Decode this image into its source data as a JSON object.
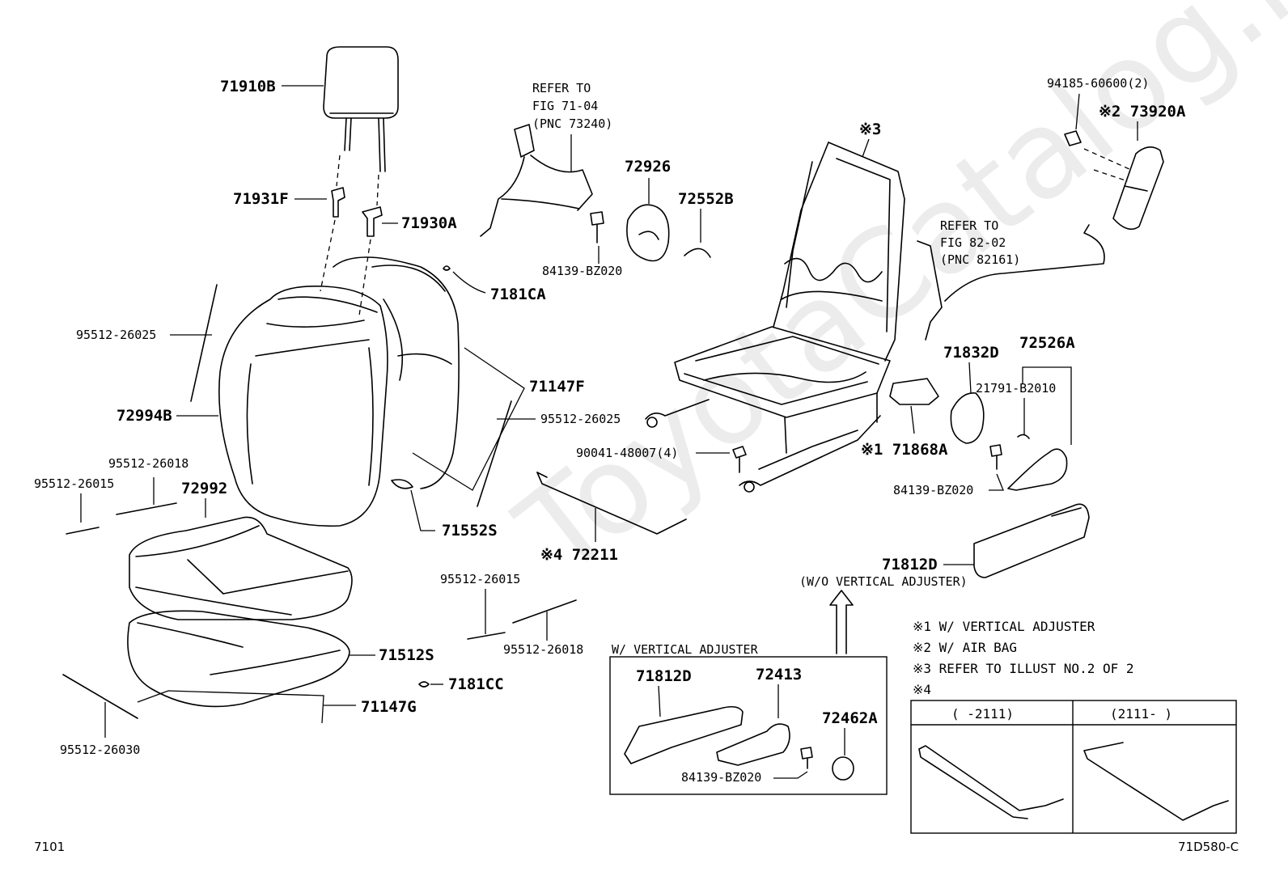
{
  "watermark": "ToyotaCatalog.ru",
  "labels": {
    "headrest": "71910B",
    "support_left": "71931F",
    "support_right": "71930A",
    "wire_back_left": "95512-26025",
    "back_pad": "72994B",
    "hook_ca": "7181CA",
    "back_cover": "71147F",
    "wire_back_right": "95512-26025",
    "cushion_pad": "72992",
    "wire_26018_a": "95512-26018",
    "wire_26015_a": "95512-26015",
    "back_board": "71552S",
    "cushion_frame": "71512S",
    "cushion_cover": "71147G",
    "wire_26030": "95512-26030",
    "hook_cc": "7181CC",
    "wire_26015_b": "95512-26015",
    "wire_26018_b": "95512-26018",
    "cover_72926": "72926",
    "screw_72926": "84139-BZ020",
    "ring_72552": "72552B",
    "refer_7104_line1": "REFER TO",
    "refer_7104_line2": "FIG 71-04",
    "refer_7104_line3": "(PNC 73240)",
    "frame_ref": "※3",
    "refer_8202_line1": "REFER TO",
    "refer_8202_line2": "FIG 82-02",
    "refer_8202_line3": "(PNC 82161)",
    "nut_94185": "94185-60600(2)",
    "airbag": "※2 73920A",
    "bracket_71832": "71832D",
    "knob_72526": "72526A",
    "clip_21791": "21791-B2010",
    "screw_84139_right": "84139-BZ020",
    "cover_71868": "※1 71868A",
    "bolt_90041": "90041-48007(4)",
    "rod_72211": "※4 72211",
    "shield_71812_top": "71812D",
    "wo_vertical": "(W/O VERTICAL ADJUSTER)",
    "w_vertical": "W/ VERTICAL ADJUSTER",
    "shield_71812_box": "71812D",
    "lever_72413": "72413",
    "cap_72462": "72462A",
    "screw_84139_box": "84139-BZ020"
  },
  "notes": [
    "※1 W/ VERTICAL ADJUSTER",
    "※2 W/ AIR BAG",
    "※3 REFER TO ILLUST NO.2 OF 2",
    "※4"
  ],
  "table": {
    "col1": "(     -2111)",
    "col2": "(2111-     )"
  },
  "footer": {
    "left": "7101",
    "right": "71D580-C"
  }
}
